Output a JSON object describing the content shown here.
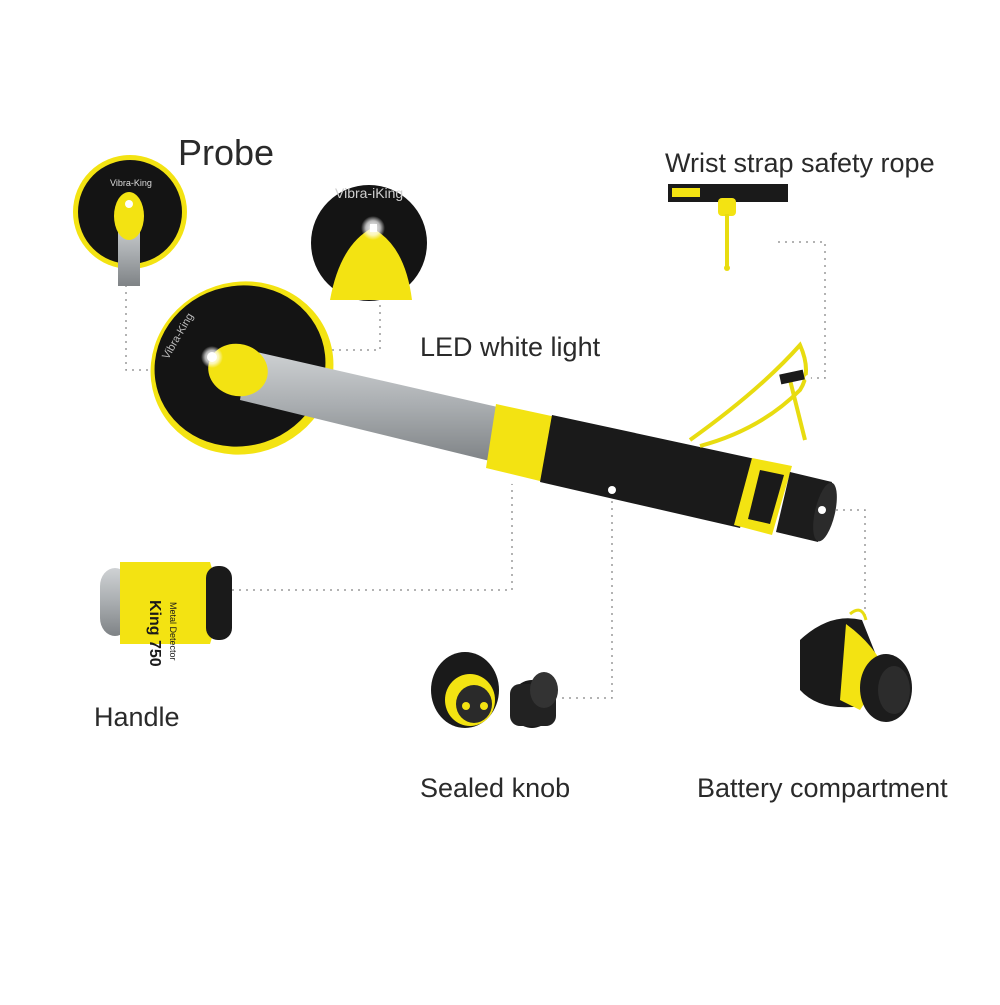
{
  "labels": {
    "probe": "Probe",
    "led": "LED white light",
    "wrist": "Wrist strap safety rope",
    "handle": "Handle",
    "knob": "Sealed knob",
    "battery": "Battery compartment"
  },
  "brand": {
    "name_small": "Vibra-King",
    "name_led": "Vibra-iKing",
    "model": "King 750",
    "detector_text": "Metal Detector"
  },
  "colors": {
    "yellow": "#f3e312",
    "black": "#141414",
    "shaft": "#a9adb0",
    "label_text": "#2a2a2a",
    "leader": "#9a9a9a"
  }
}
